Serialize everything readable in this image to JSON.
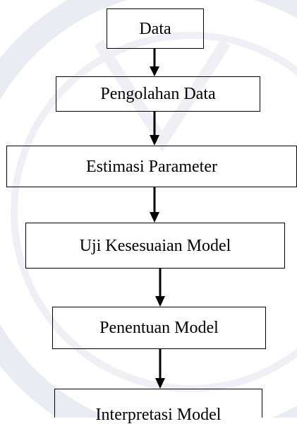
{
  "flowchart": {
    "steps": [
      "Data",
      "Pengolahan Data",
      "Estimasi Parameter",
      "Uji Kesesuaian Model",
      "Penentuan Model",
      "Interpretasi Model"
    ]
  },
  "colors": {
    "line": "#000000",
    "text": "#000000",
    "background": "#ffffff",
    "watermark": "#e6e9f1"
  }
}
